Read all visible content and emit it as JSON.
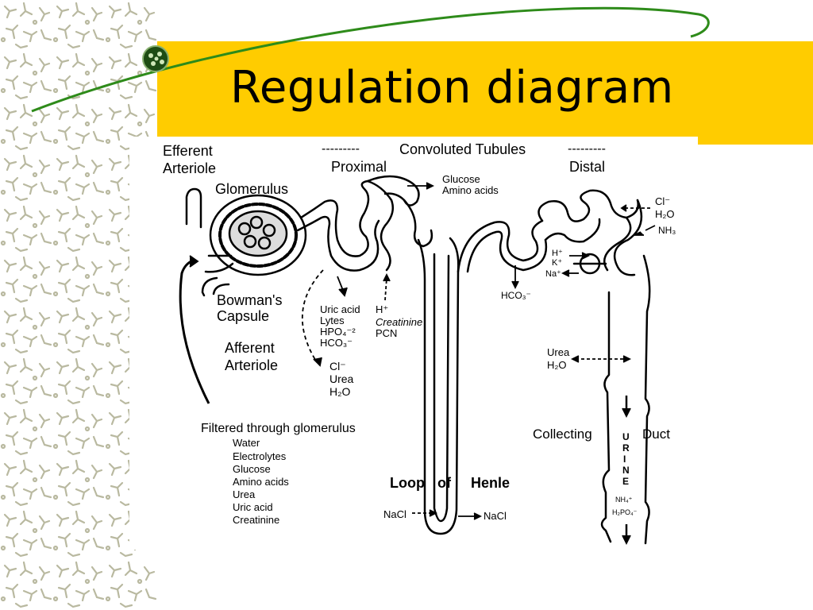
{
  "title": "Regulation diagram",
  "colors": {
    "accent_band": "#ffcc00",
    "swoosh": "#2e8b1a",
    "bullet": "#2e8b1a",
    "pattern": "#b9b9a0"
  },
  "labels": {
    "efferent_1": "Efferent",
    "efferent_2": "Arteriole",
    "glomerulus": "Glomerulus",
    "convoluted_dash_left": "---------",
    "convoluted": "Convoluted Tubules",
    "convoluted_dash_right": "---------",
    "proximal": "Proximal",
    "distal": "Distal",
    "glucose": "Glucose",
    "amino_acids_top": "Amino acids",
    "bowmans_1": "Bowman's",
    "bowmans_2": "Capsule",
    "afferent_1": "Afferent",
    "afferent_2": "Arteriole",
    "uric_acid": "Uric acid",
    "lytes": "Lytes",
    "hpo4": "HPO₄⁻²",
    "hco3_left": "HCO₃⁻",
    "h_plus_mid": "H⁺",
    "creatinine_mid": "Creatinine",
    "pcn": "PCN",
    "cl_minus_left": "Cl⁻",
    "urea_left": "Urea",
    "h2o_left": "H₂O",
    "cl_minus_right": "Cl⁻",
    "h2o_right": "H₂O",
    "nh3": "NH₃",
    "h_plus_right": "H⁺",
    "k_plus": "K⁺",
    "na_plus": "Na⁺",
    "hco3_right": "HCO₃⁻",
    "urea_right": "Urea",
    "h2o_right2": "H₂O",
    "filtered_heading": "Filtered through glomerulus",
    "filtered_items": [
      "Water",
      "Electrolytes",
      "Glucose",
      "Amino acids",
      "Urea",
      "Uric acid",
      "Creatinine"
    ],
    "collecting": "Collecting",
    "duct": "Duct",
    "urine_letters": [
      "U",
      "R",
      "I",
      "N",
      "E"
    ],
    "nh4": "NH₄⁺",
    "h2po4": "H₂PO₄⁻",
    "loop": "Loop",
    "of": "of",
    "henle": "Henle",
    "nacl_left": "NaCl",
    "nacl_right": "NaCl"
  }
}
